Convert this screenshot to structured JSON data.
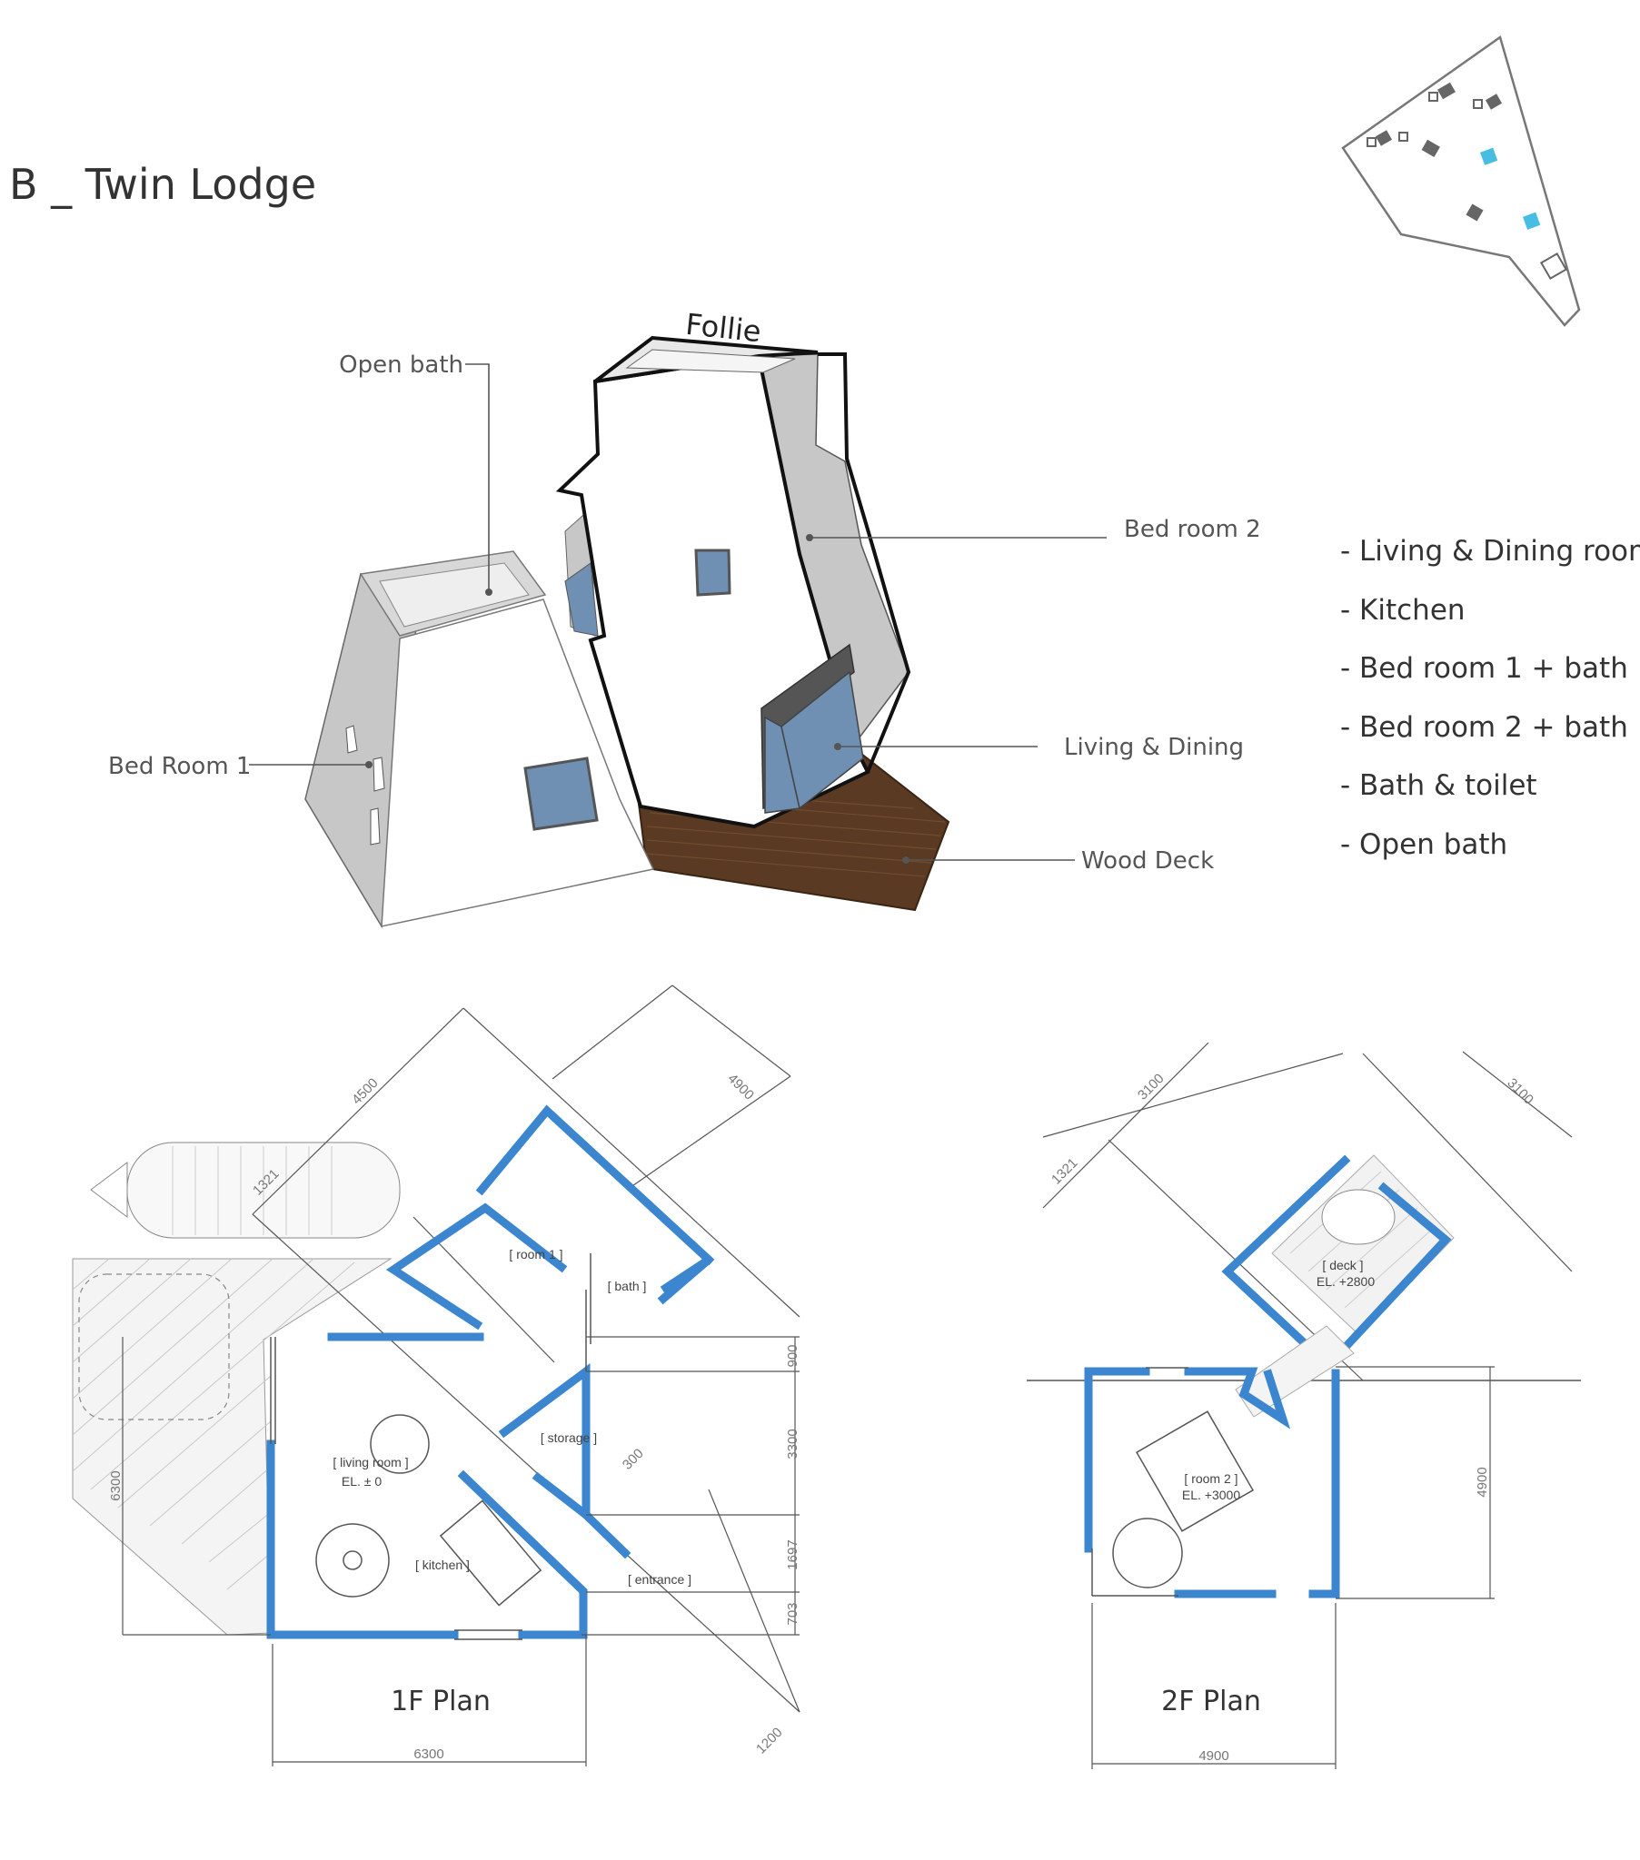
{
  "title": "B _ Twin Lodge",
  "model": {
    "top_label": "Follie",
    "callouts": {
      "open_bath": "Open bath",
      "bed_room_2": "Bed room 2",
      "bed_room_1": "Bed Room 1",
      "living_dining": "Living & Dining",
      "wood_deck": "Wood Deck"
    }
  },
  "program": [
    "- Living & Dining room",
    "- Kitchen",
    "- Bed room 1 + bath",
    "- Bed room 2 + bath",
    "- Bath & toilet",
    "- Open bath"
  ],
  "plan_1f": {
    "caption": "1F Plan",
    "rooms": {
      "room1": "[ room 1 ]",
      "bath": "[ bath ]",
      "storage": "[ storage ]",
      "living": "[ living room ]",
      "living_el": "EL. ± 0",
      "kitchen": "[ kitchen ]",
      "entrance": "[ entrance ]"
    },
    "dims": {
      "d4500": "4500",
      "d4900": "4900",
      "d1321": "1321",
      "d900": "900",
      "d3300": "3300",
      "d1697": "1697",
      "d703": "703",
      "d6300_left": "6300",
      "d6300_bottom": "6300",
      "d300": "300",
      "d1200": "1200"
    }
  },
  "plan_2f": {
    "caption": "2F Plan",
    "rooms": {
      "deck": "[ deck ]",
      "deck_el": "EL. +2800",
      "room2": "[ room 2 ]",
      "room2_el": "EL. +3000"
    },
    "dims": {
      "d3100_left": "3100",
      "d3100_right": "3100",
      "d1321": "1321",
      "d4900_right": "4900",
      "d4900_bottom": "4900"
    }
  },
  "colors": {
    "wall_blue": "#3c86cf",
    "window_blue": "#6f8fb3",
    "wood": "#5a3a22",
    "site_cyan": "#48bde3",
    "site_dark": "#666666"
  }
}
